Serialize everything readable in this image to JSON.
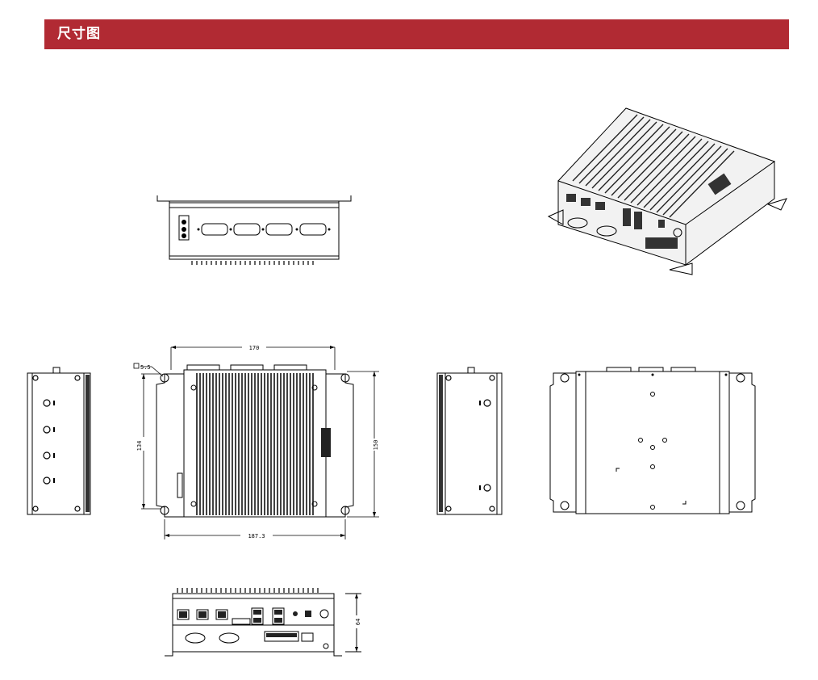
{
  "header": {
    "title": "尺寸图",
    "bar_color": "#b12a33"
  },
  "dimensions": {
    "width": "170",
    "overall_width": "187.3",
    "depth": "134",
    "overall_depth": "150",
    "height": "64",
    "hole": "5.5"
  }
}
